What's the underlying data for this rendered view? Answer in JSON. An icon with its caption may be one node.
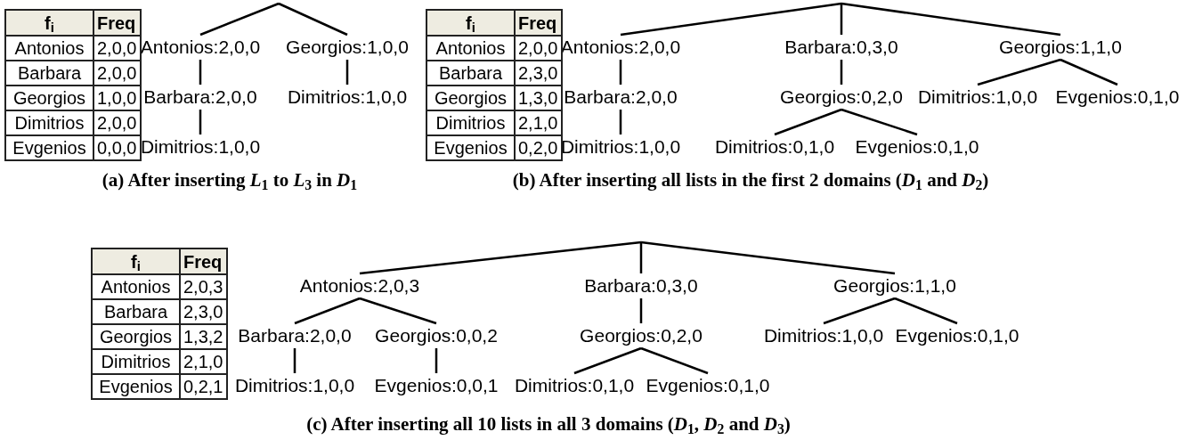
{
  "diagram": {
    "nodes": [
      {
        "text": [
          "Antonios:2,0,0"
        ]
      },
      {
        "text": [
          "Georgios:1,0,0"
        ]
      },
      {
        "text": [
          "Barbara:2,0,0"
        ]
      },
      {
        "text": [
          "Dimitrios:1,0,0"
        ]
      },
      {
        "text": [
          "Dimitrios:1,0,0"
        ]
      },
      {
        "text": [
          "Antonios:2,0,0"
        ]
      },
      {
        "text": [
          "Barbara:0,3,0"
        ]
      },
      {
        "text": [
          "Georgios:1,1,0"
        ]
      },
      {
        "text": [
          "Barbara:2,0,0"
        ]
      },
      {
        "text": [
          "Georgios:0,2,0"
        ]
      },
      {
        "text": [
          "Dimitrios:1,0,0"
        ]
      },
      {
        "text": [
          "Evgenios:0,1,0"
        ]
      },
      {
        "text": [
          "Dimitrios:1,0,0"
        ]
      },
      {
        "text": [
          "Dimitrios:0,1,0"
        ]
      },
      {
        "text": [
          "Evgenios:0,1,0"
        ]
      },
      {
        "text": [
          "Antonios:2,0,3"
        ]
      },
      {
        "text": [
          "Barbara:0,3,0"
        ]
      },
      {
        "text": [
          "Georgios:1,1,0"
        ]
      },
      {
        "text": [
          "Barbara:2,0,0"
        ]
      },
      {
        "text": [
          "Georgios:0,0,2"
        ]
      },
      {
        "text": [
          "Georgios:0,2,0"
        ]
      },
      {
        "text": [
          "Dimitrios:1,0,0"
        ]
      },
      {
        "text": [
          "Evgenios:0,1,0"
        ]
      },
      {
        "text": [
          "Dimitrios:1,0,0"
        ]
      },
      {
        "text": [
          "Evgenios:0,0,1"
        ]
      },
      {
        "text": [
          "Dimitrios:0,1,0"
        ]
      },
      {
        "text": [
          "Evgenios:0,1,0"
        ]
      }
    ],
    "edges": [
      {
        "from": null,
        "to": 0,
        "arrow": "none"
      },
      {
        "from": null,
        "to": 1,
        "arrow": "none"
      },
      {
        "from": 0,
        "to": 2,
        "arrow": "none"
      },
      {
        "from": 2,
        "to": 4,
        "arrow": "none"
      },
      {
        "from": 1,
        "to": 3,
        "arrow": "none"
      },
      {
        "from": null,
        "to": 5,
        "arrow": "none"
      },
      {
        "from": null,
        "to": 6,
        "arrow": "none"
      },
      {
        "from": null,
        "to": 7,
        "arrow": "none"
      },
      {
        "from": 5,
        "to": 8,
        "arrow": "none"
      },
      {
        "from": 8,
        "to": 12,
        "arrow": "none"
      },
      {
        "from": 6,
        "to": 9,
        "arrow": "none"
      },
      {
        "from": 9,
        "to": 13,
        "arrow": "none"
      },
      {
        "from": 9,
        "to": 14,
        "arrow": "none"
      },
      {
        "from": 7,
        "to": 10,
        "arrow": "none"
      },
      {
        "from": 7,
        "to": 11,
        "arrow": "none"
      },
      {
        "from": null,
        "to": 15,
        "arrow": "none"
      },
      {
        "from": null,
        "to": 16,
        "arrow": "none"
      },
      {
        "from": null,
        "to": 17,
        "arrow": "none"
      },
      {
        "from": 15,
        "to": 18,
        "arrow": "none"
      },
      {
        "from": 15,
        "to": 19,
        "arrow": "none"
      },
      {
        "from": 18,
        "to": 23,
        "arrow": "none"
      },
      {
        "from": 19,
        "to": 24,
        "arrow": "none"
      },
      {
        "from": 16,
        "to": 20,
        "arrow": "none"
      },
      {
        "from": 20,
        "to": 25,
        "arrow": "none"
      },
      {
        "from": 20,
        "to": 26,
        "arrow": "none"
      },
      {
        "from": 17,
        "to": 21,
        "arrow": "none"
      },
      {
        "from": 17,
        "to": 22,
        "arrow": "none"
      }
    ],
    "labels": [
      "f$_{i}$",
      "Freq",
      "Antonios",
      "2,0,0",
      "Barbara",
      "2,0,0",
      "Georgios",
      "1,0,0",
      "Dimitrios",
      "2,0,0",
      "Evgenios",
      "0,0,0",
      "(a) After inserting *L*$_{1}$ to *L*$_{3}$ in *D*$_{1}$",
      "f$_{i}$",
      "Freq",
      "Antonios",
      "2,0,0",
      "Barbara",
      "2,3,0",
      "Georgios",
      "1,3,0",
      "Dimitrios",
      "2,1,0",
      "Evgenios",
      "0,2,0",
      "(b) After inserting all lists in the first 2 domains (*D*$_{1}$ and *D*$_{2}$)",
      "f$_{i}$",
      "Freq",
      "Antonios",
      "2,0,3",
      "Barbara",
      "2,3,0",
      "Georgios",
      "1,3,2",
      "Dimitrios",
      "2,1,0",
      "Evgenios",
      "0,2,1",
      "(c) After inserting all 10 lists in all 3 domains (*D*$_{1}$, *D*$_{2}$ and *D*$_{3}$)"
    ]
  }
}
